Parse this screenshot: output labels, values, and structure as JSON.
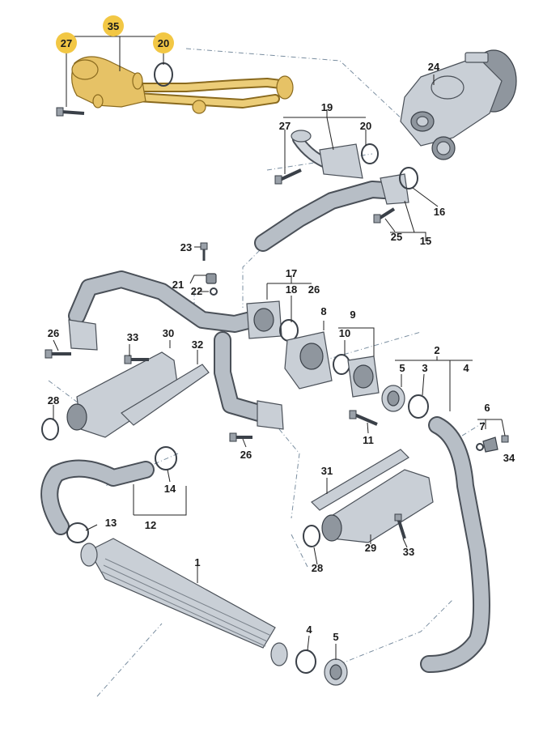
{
  "callouts": [
    {
      "id": "c35",
      "text": "35",
      "highlight": true
    },
    {
      "id": "c27a",
      "text": "27",
      "highlight": true
    },
    {
      "id": "c20a",
      "text": "20",
      "highlight": true
    },
    {
      "id": "c24",
      "text": "24"
    },
    {
      "id": "c19",
      "text": "19"
    },
    {
      "id": "c27b",
      "text": "27"
    },
    {
      "id": "c20b",
      "text": "20"
    },
    {
      "id": "c16",
      "text": "16"
    },
    {
      "id": "c25",
      "text": "25"
    },
    {
      "id": "c15",
      "text": "15"
    },
    {
      "id": "c23",
      "text": "23"
    },
    {
      "id": "c21",
      "text": "21"
    },
    {
      "id": "c22",
      "text": "22"
    },
    {
      "id": "c17",
      "text": "17"
    },
    {
      "id": "c18",
      "text": "18"
    },
    {
      "id": "c26a",
      "text": "26"
    },
    {
      "id": "c8",
      "text": "8"
    },
    {
      "id": "c9",
      "text": "9"
    },
    {
      "id": "c10",
      "text": "10"
    },
    {
      "id": "c26b",
      "text": "26"
    },
    {
      "id": "c33a",
      "text": "33"
    },
    {
      "id": "c30",
      "text": "30"
    },
    {
      "id": "c32",
      "text": "32"
    },
    {
      "id": "c2",
      "text": "2"
    },
    {
      "id": "c5a",
      "text": "5"
    },
    {
      "id": "c3",
      "text": "3"
    },
    {
      "id": "c4a",
      "text": "4"
    },
    {
      "id": "c28a",
      "text": "28"
    },
    {
      "id": "c11",
      "text": "11"
    },
    {
      "id": "c6",
      "text": "6"
    },
    {
      "id": "c7",
      "text": "7"
    },
    {
      "id": "c34",
      "text": "34"
    },
    {
      "id": "c26c",
      "text": "26"
    },
    {
      "id": "c14",
      "text": "14"
    },
    {
      "id": "c31",
      "text": "31"
    },
    {
      "id": "c13",
      "text": "13"
    },
    {
      "id": "c12",
      "text": "12"
    },
    {
      "id": "c29",
      "text": "29"
    },
    {
      "id": "c33b",
      "text": "33"
    },
    {
      "id": "c28b",
      "text": "28"
    },
    {
      "id": "c1",
      "text": "1"
    },
    {
      "id": "c4b",
      "text": "4"
    },
    {
      "id": "c5b",
      "text": "5"
    }
  ],
  "colors": {
    "highlight_fill": "#f2c744",
    "part_fill": "#c9cfd6",
    "part_outline": "#4a5058",
    "gold_part": "#e6c266",
    "leader_dash": "#7a8ea0"
  }
}
